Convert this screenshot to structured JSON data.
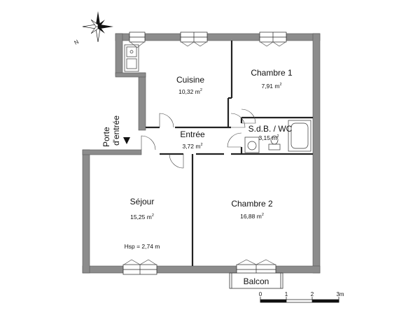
{
  "rooms": {
    "cuisine": {
      "name": "Cuisine",
      "area": "10,32 m",
      "unit_sup": "2"
    },
    "chambre1": {
      "name": "Chambre 1",
      "area": "7,91 m",
      "unit_sup": "2"
    },
    "entree": {
      "name": "Entrée",
      "area": "3,72 m",
      "unit_sup": "2"
    },
    "sdb": {
      "name": "S.d.B. / WC",
      "area": "3,15 m",
      "unit_sup": "2"
    },
    "sejour": {
      "name": "Séjour",
      "area": "15,25 m",
      "unit_sup": "2",
      "note": "Hsp = 2,74 m"
    },
    "chambre2": {
      "name": "Chambre 2",
      "area": "16,88 m",
      "unit_sup": "2"
    }
  },
  "balcony": {
    "label": "Balcon"
  },
  "entrance": {
    "word1": "Porte",
    "word2": "d'entrée"
  },
  "compass": {
    "label": "N"
  },
  "scale": {
    "ticks": [
      "0",
      "1",
      "2",
      "3m"
    ]
  },
  "colors": {
    "wall": "#8c8c8c",
    "wall_edge": "#555555",
    "lines": "#222222"
  }
}
